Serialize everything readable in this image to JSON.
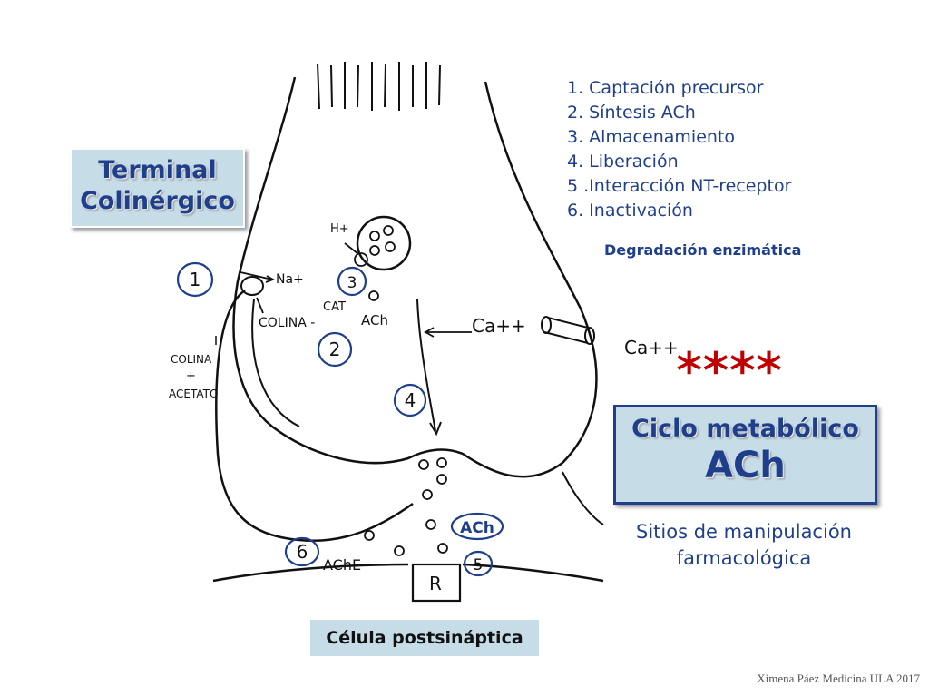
{
  "title": {
    "line1": "Terminal",
    "line2": "Colinérgico"
  },
  "steps": [
    "1. Captación precursor",
    "2. Síntesis ACh",
    "3. Almacenamiento",
    "4. Liberación",
    "5 .Interacción NT-receptor",
    "6. Inactivación"
  ],
  "step6_detail": "Degradación enzimática",
  "cycle_box": {
    "line1": "Ciclo metabólico",
    "line2": "ACh"
  },
  "sites_text": {
    "line1": "Sitios de manipulación",
    "line2": "farmacológica"
  },
  "postsynaptic_label": "Célula postsináptica",
  "stars": "****",
  "credit": "Ximena Páez Medicina ULA 2017",
  "handwritten": {
    "h_plus": "H+",
    "na_plus": "Na+",
    "colina": "COLINA -",
    "cat": "CAT",
    "ach": "ACh",
    "ca_in": "Ca++",
    "ca_out": "Ca++",
    "colina_acetato_1": "COLINA",
    "colina_acetato_2": "+",
    "colina_acetato_3": "ACETATO",
    "ache": "AChE",
    "receptor": "R",
    "ach_cleft": "ACh"
  },
  "markers": [
    "1",
    "2",
    "3",
    "4",
    "5",
    "6"
  ],
  "colors": {
    "blue": "#1f3f8c",
    "box_fill": "#c6dde8",
    "stars": "#c00000",
    "ink": "#111111"
  }
}
